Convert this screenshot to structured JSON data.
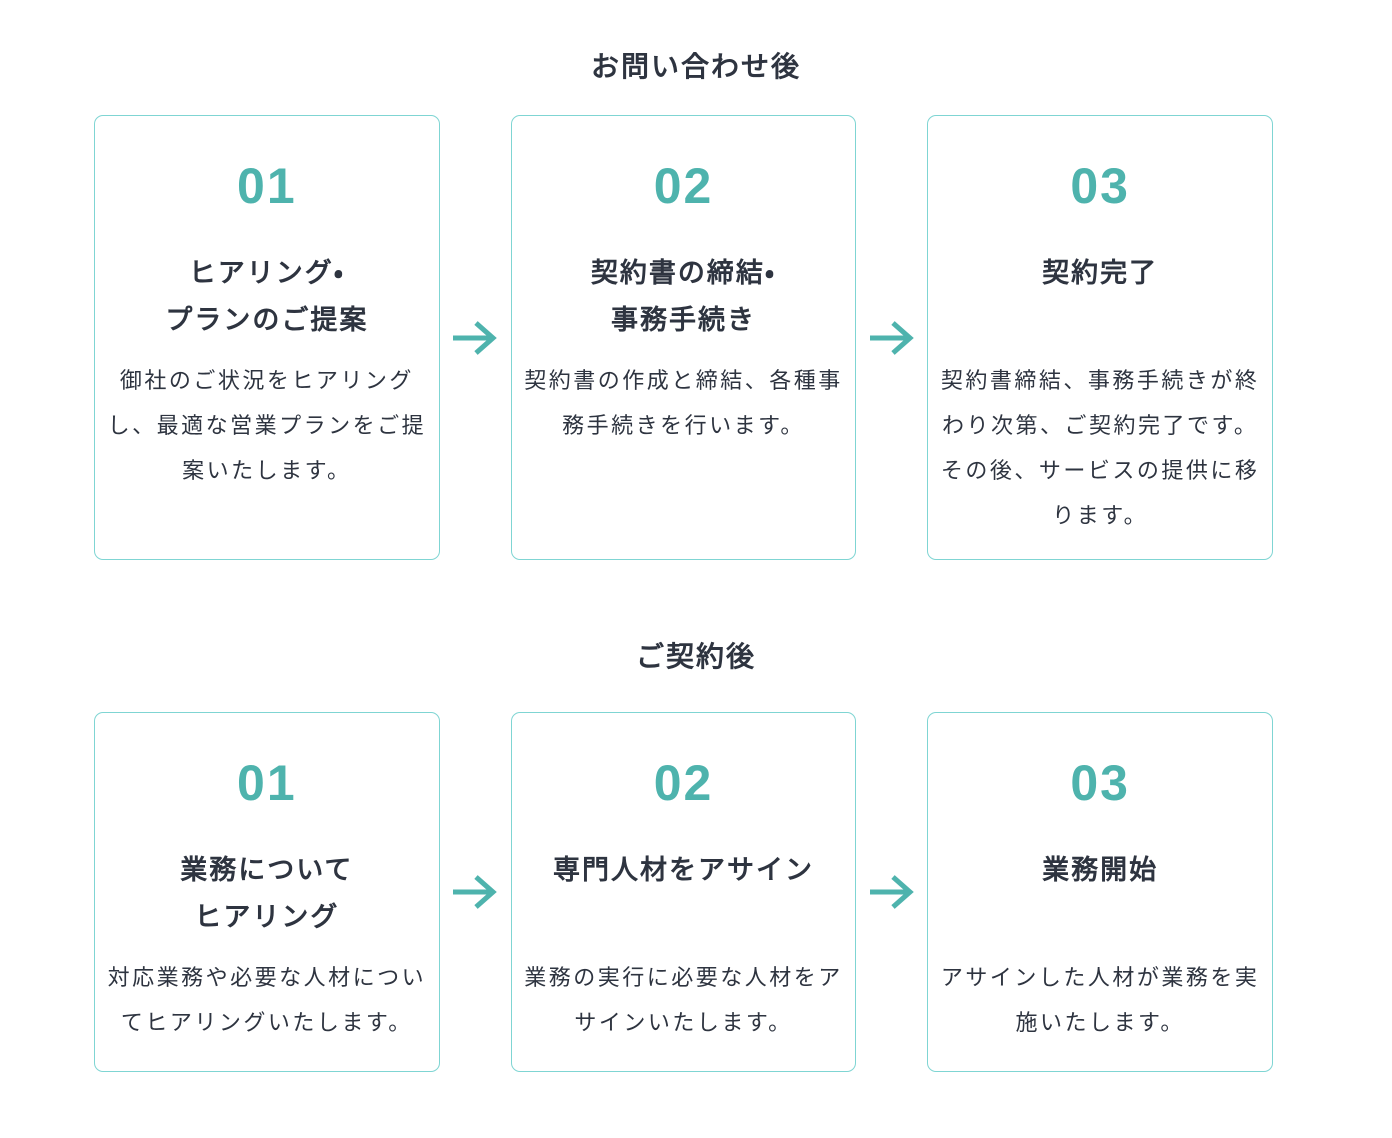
{
  "colors": {
    "accent": "#4eb3ad",
    "card_border": "#7fd5d3",
    "text": "#2e3440",
    "background": "#ffffff"
  },
  "icons": {
    "step_connector": "arrow-right"
  },
  "sections": [
    {
      "heading": "お問い合わせ後",
      "steps": [
        {
          "number": "01",
          "title": "ヒアリング・\nプランのご提案",
          "description": "御社のご状況をヒアリング\nし、最適な営業プランをご提\n案いたします。"
        },
        {
          "number": "02",
          "title": "契約書の締結・\n事務手続き",
          "description": "契約書の作成と締結、各種事\n務手続きを行います。"
        },
        {
          "number": "03",
          "title": "契約完了",
          "description": "契約書締結、事務手続きが終\nわり次第、ご契約完了です。\nその後、サービスの提供に移\nります。"
        }
      ]
    },
    {
      "heading": "ご契約後",
      "steps": [
        {
          "number": "01",
          "title": "業務について\nヒアリング",
          "description": "対応業務や必要な人材につい\nてヒアリングいたします。"
        },
        {
          "number": "02",
          "title": "専門人材をアサイン",
          "description": "業務の実行に必要な人材をア\nサインいたします。"
        },
        {
          "number": "03",
          "title": "業務開始",
          "description": "アサインした人材が業務を実\n施いたします。"
        }
      ]
    }
  ]
}
